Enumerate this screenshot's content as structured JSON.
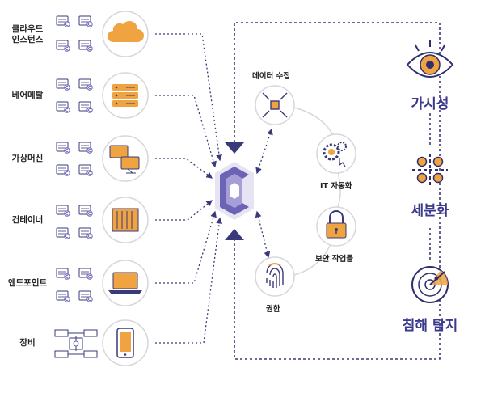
{
  "sources": [
    {
      "label": "클라우드\n인스턴스",
      "icon": "cloud-icon"
    },
    {
      "label": "베어메탈",
      "icon": "server-rack-icon"
    },
    {
      "label": "가상머신",
      "icon": "virtual-machine-icon"
    },
    {
      "label": "컨테이너",
      "icon": "container-icon"
    },
    {
      "label": "엔드포인트",
      "icon": "laptop-icon"
    },
    {
      "label": "장비",
      "icon": "mobile-device-icon"
    }
  ],
  "flow_nodes": [
    {
      "label": "데이터 수집",
      "icon": "collect-arrows-icon"
    },
    {
      "label": "IT 자동화",
      "icon": "gears-icon"
    },
    {
      "label": "보안 작업들",
      "icon": "lock-icon"
    },
    {
      "label": "권한",
      "icon": "fingerprint-icon"
    }
  ],
  "capabilities": [
    {
      "label": "가시성",
      "icon": "eye-icon"
    },
    {
      "label": "세분화",
      "icon": "segmentation-icon"
    },
    {
      "label": "침해 탐지",
      "icon": "radar-icon"
    }
  ],
  "colors": {
    "accent_orange": "#f0a341",
    "navy": "#2f2f6f",
    "circle_stroke": "#d6d6dc",
    "dotted_line": "#3a3a7a",
    "logo_purple": "#6b63b5"
  }
}
